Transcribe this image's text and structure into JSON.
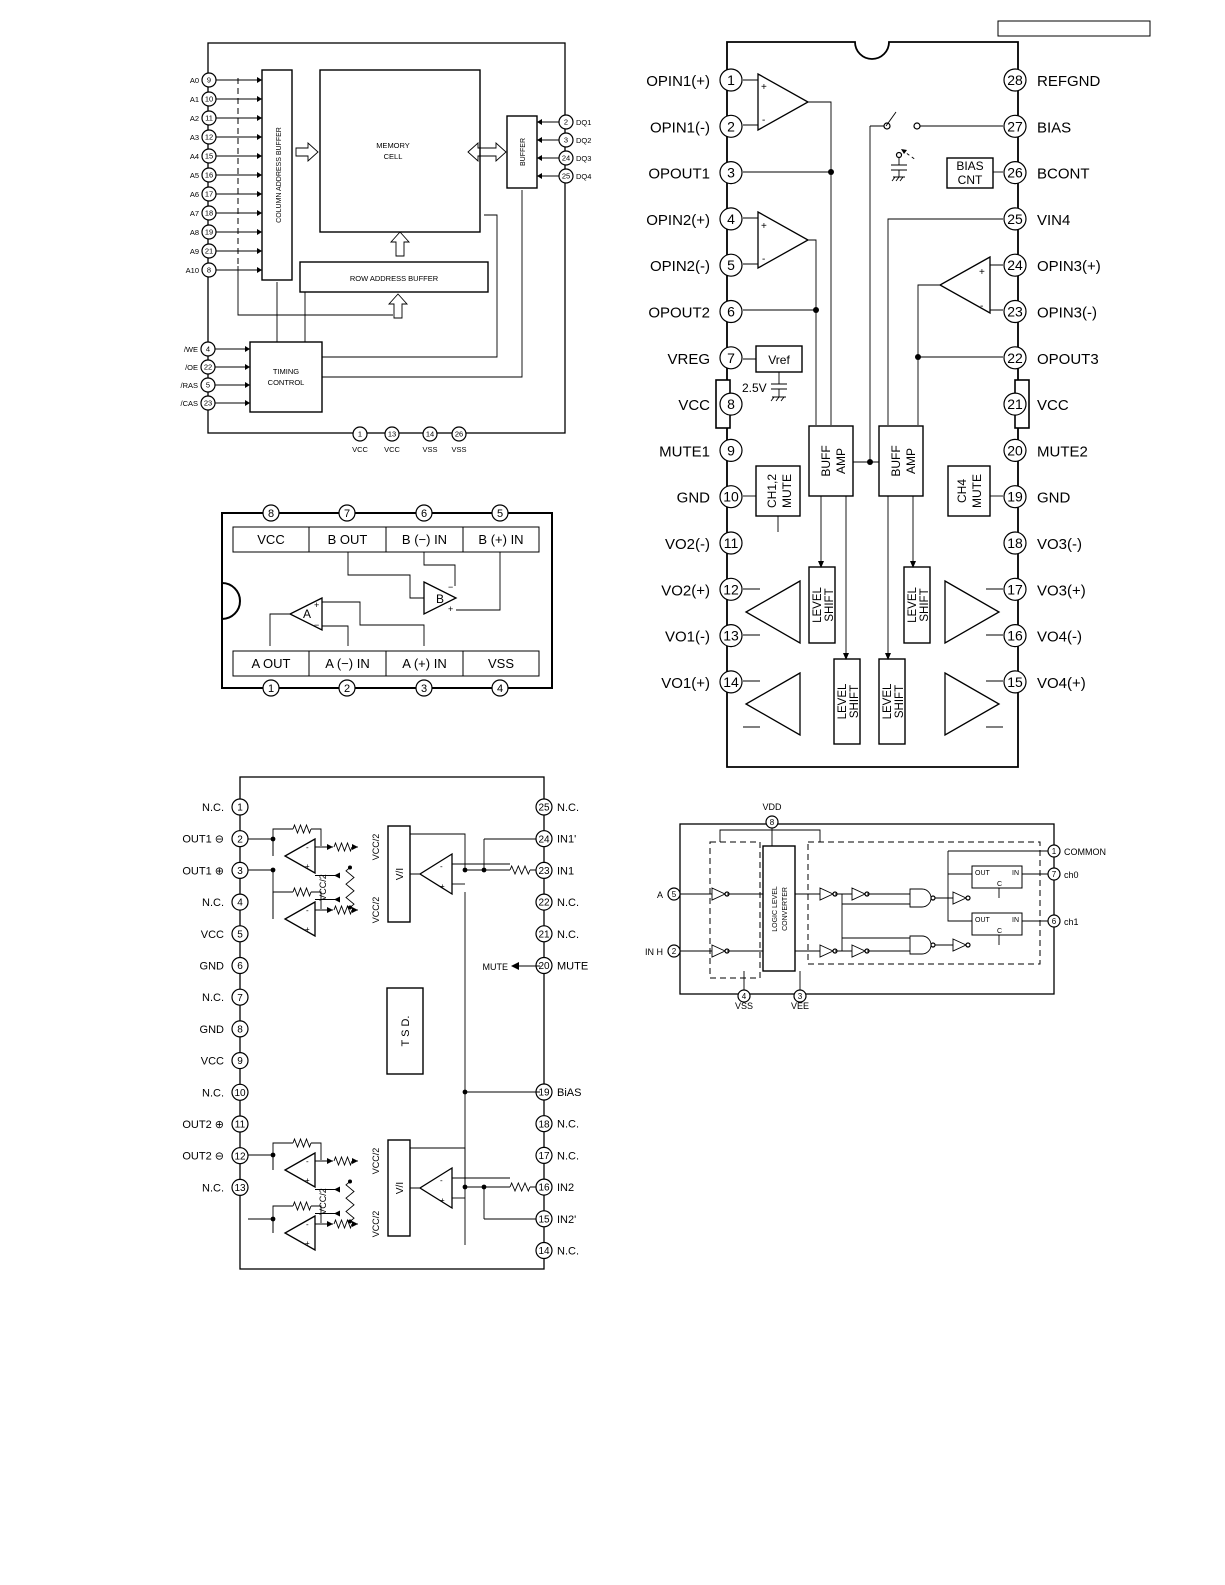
{
  "header_box_text": "",
  "ram": {
    "address_pins": [
      {
        "label": "A0",
        "num": "9"
      },
      {
        "label": "A1",
        "num": "10"
      },
      {
        "label": "A2",
        "num": "11"
      },
      {
        "label": "A3",
        "num": "12"
      },
      {
        "label": "A4",
        "num": "15"
      },
      {
        "label": "A5",
        "num": "16"
      },
      {
        "label": "A6",
        "num": "17"
      },
      {
        "label": "A7",
        "num": "18"
      },
      {
        "label": "A8",
        "num": "19"
      },
      {
        "label": "A9",
        "num": "21"
      },
      {
        "label": "A10",
        "num": "8"
      }
    ],
    "control_pins": [
      {
        "label": "/WE",
        "num": "4"
      },
      {
        "label": "/OE",
        "num": "22"
      },
      {
        "label": "/RAS",
        "num": "5"
      },
      {
        "label": "/CAS",
        "num": "23"
      }
    ],
    "dq_pins": [
      {
        "label": "DQ1",
        "num": "2"
      },
      {
        "label": "DQ2",
        "num": "3"
      },
      {
        "label": "DQ3",
        "num": "24"
      },
      {
        "label": "DQ4",
        "num": "25"
      }
    ],
    "power_pins": [
      {
        "label": "VCC",
        "num": "1"
      },
      {
        "label": "VCC",
        "num": "13"
      },
      {
        "label": "VSS",
        "num": "14"
      },
      {
        "label": "VSS",
        "num": "26"
      }
    ],
    "column_buffer": "COLUMN ADDRESS BUFFER",
    "memory_cell_1": "MEMORY",
    "memory_cell_2": "CELL",
    "buffer": "BUFFER",
    "row_buffer": "ROW ADDRESS BUFFER",
    "timing_1": "TIMING",
    "timing_2": "CONTROL"
  },
  "opamp": {
    "top_pins": [
      {
        "num": "8",
        "label": "VCC"
      },
      {
        "num": "7",
        "label": "B  OUT"
      },
      {
        "num": "6",
        "label": "B (−) IN"
      },
      {
        "num": "5",
        "label": "B (+) IN"
      }
    ],
    "bottom_pins": [
      {
        "num": "1",
        "label": "A  OUT"
      },
      {
        "num": "2",
        "label": "A (−) IN"
      },
      {
        "num": "3",
        "label": "A (+) IN"
      },
      {
        "num": "4",
        "label": "VSS"
      }
    ],
    "amp_a": "A",
    "amp_b": "B"
  },
  "pa": {
    "left_pins": [
      {
        "num": "1",
        "label": "OPIN1(+)"
      },
      {
        "num": "2",
        "label": "OPIN1(-)"
      },
      {
        "num": "3",
        "label": "OPOUT1"
      },
      {
        "num": "4",
        "label": "OPIN2(+)"
      },
      {
        "num": "5",
        "label": "OPIN2(-)"
      },
      {
        "num": "6",
        "label": "OPOUT2"
      },
      {
        "num": "7",
        "label": "VREG"
      },
      {
        "num": "8",
        "label": "VCC"
      },
      {
        "num": "9",
        "label": "MUTE1"
      },
      {
        "num": "10",
        "label": "GND"
      },
      {
        "num": "11",
        "label": "VO2(-)"
      },
      {
        "num": "12",
        "label": "VO2(+)"
      },
      {
        "num": "13",
        "label": "VO1(-)"
      },
      {
        "num": "14",
        "label": "VO1(+)"
      }
    ],
    "right_pins": [
      {
        "num": "28",
        "label": "REFGND"
      },
      {
        "num": "27",
        "label": "BIAS"
      },
      {
        "num": "26",
        "label": "BCONT"
      },
      {
        "num": "25",
        "label": "VIN4"
      },
      {
        "num": "24",
        "label": "OPIN3(+)"
      },
      {
        "num": "23",
        "label": "OPIN3(-)"
      },
      {
        "num": "22",
        "label": "OPOUT3"
      },
      {
        "num": "21",
        "label": "VCC"
      },
      {
        "num": "20",
        "label": "MUTE2"
      },
      {
        "num": "19",
        "label": "GND"
      },
      {
        "num": "18",
        "label": "VO3(-)"
      },
      {
        "num": "17",
        "label": "VO3(+)"
      },
      {
        "num": "16",
        "label": "VO4(-)"
      },
      {
        "num": "15",
        "label": "VO4(+)"
      }
    ],
    "vref": "Vref",
    "v25": "2.5V",
    "bias_cnt_1": "BIAS",
    "bias_cnt_2": "CNT",
    "buff_amp_1": "BUFF",
    "buff_amp_2": "AMP",
    "mute12_1": "CH1,2",
    "mute12_2": "MUTE",
    "mute4_1": "CH4",
    "mute4_2": "MUTE",
    "level_1": "LEVEL",
    "level_2": "SHIFT"
  },
  "hp": {
    "left_pins": [
      {
        "num": "1",
        "label": "N.C."
      },
      {
        "num": "2",
        "label": "OUT1 ⊖"
      },
      {
        "num": "3",
        "label": "OUT1 ⊕"
      },
      {
        "num": "4",
        "label": "N.C."
      },
      {
        "num": "5",
        "label": "VCC"
      },
      {
        "num": "6",
        "label": "GND"
      },
      {
        "num": "7",
        "label": "N.C."
      },
      {
        "num": "8",
        "label": "GND"
      },
      {
        "num": "9",
        "label": "VCC"
      },
      {
        "num": "10",
        "label": "N.C."
      },
      {
        "num": "11",
        "label": "OUT2 ⊕"
      },
      {
        "num": "12",
        "label": "OUT2 ⊖"
      },
      {
        "num": "13",
        "label": "N.C."
      }
    ],
    "right_pins": [
      {
        "num": "25",
        "label": "N.C."
      },
      {
        "num": "24",
        "label": "IN1'"
      },
      {
        "num": "23",
        "label": "IN1"
      },
      {
        "num": "22",
        "label": "N.C."
      },
      {
        "num": "21",
        "label": "N.C."
      },
      {
        "num": "20",
        "label": "MUTE"
      },
      {
        "num": "19",
        "label": "BiAS"
      },
      {
        "num": "18",
        "label": "N.C."
      },
      {
        "num": "17",
        "label": "N.C."
      },
      {
        "num": "16",
        "label": "IN2"
      },
      {
        "num": "15",
        "label": "IN2'"
      },
      {
        "num": "14",
        "label": "N.C."
      }
    ],
    "vcc2": "VCC/2",
    "vi": "V/I",
    "tsd": "T S D.",
    "mute_arrow": "MUTE"
  },
  "sw": {
    "vdd": "VDD",
    "vdd_num": "8",
    "vss": "VSS",
    "vss_num": "4",
    "vee": "VEE",
    "vee_num": "3",
    "a": "A",
    "a_num": "5",
    "inh": "IN H",
    "inh_num": "2",
    "common": "COMMON",
    "common_num": "1",
    "ch0": "ch0",
    "ch0_num": "7",
    "ch1": "ch1",
    "ch1_num": "6",
    "converter_1": "LOGIC LEVEL",
    "converter_2": "CONVERTER",
    "out": "OUT",
    "in": "IN",
    "c": "C"
  }
}
